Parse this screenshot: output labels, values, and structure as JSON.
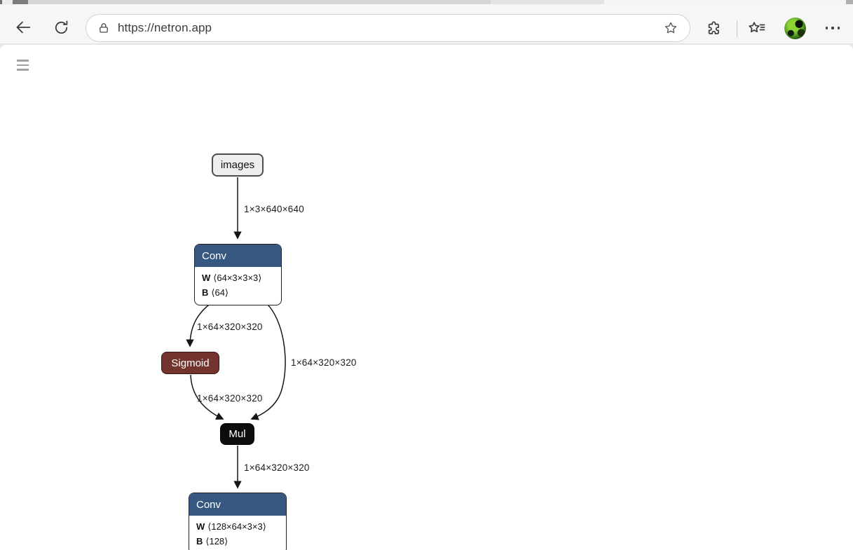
{
  "browser": {
    "toolbar": {
      "url": "https://netron.app",
      "icons": {
        "back": "arrow-left",
        "refresh": "circular-arrow",
        "site_info": "lock",
        "add_favorite": "star-outline",
        "extensions": "puzzle-piece",
        "favorites": "star-with-list",
        "profile": "avatar-photo",
        "more": "ellipsis"
      }
    }
  },
  "page": {
    "menu_icon": "hamburger"
  },
  "graph": {
    "nodes": {
      "images": {
        "label": "images"
      },
      "conv1": {
        "title": "Conv",
        "w_name": "W",
        "w_shape": "⟨64×3×3×3⟩",
        "b_name": "B",
        "b_shape": "⟨64⟩"
      },
      "sigmoid": {
        "title": "Sigmoid"
      },
      "mul": {
        "title": "Mul"
      },
      "conv2": {
        "title": "Conv",
        "w_name": "W",
        "w_shape": "⟨128×64×3×3⟩",
        "b_name": "B",
        "b_shape": "⟨128⟩"
      }
    },
    "edges": {
      "images_to_conv1": "1×3×640×640",
      "conv1_to_sigmoid": "1×64×320×320",
      "conv1_to_mul": "1×64×320×320",
      "sigmoid_to_mul": "1×64×320×320",
      "mul_to_conv2": "1×64×320×320"
    },
    "colors": {
      "conv_header": "#365880",
      "sigmoid_fill": "#72342d",
      "mul_fill": "#0d0d0d",
      "input_fill": "#eeeeee",
      "edge_stroke": "#161616"
    }
  }
}
